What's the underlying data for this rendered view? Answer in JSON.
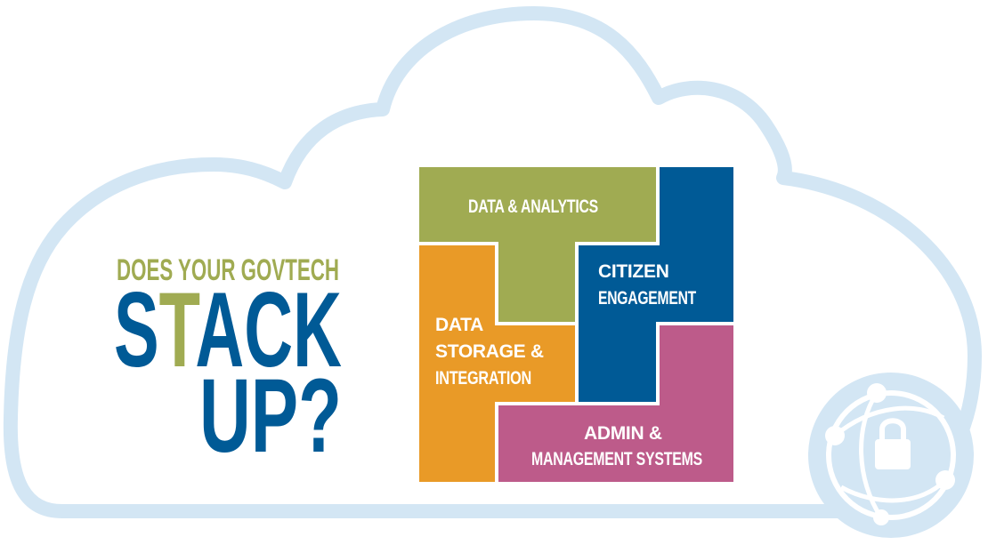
{
  "headline": {
    "line1": "DOES YOUR GOVTECH",
    "line2_s": "S",
    "line2_t": "T",
    "line2_rest": "ACK",
    "line3": "UP?"
  },
  "blocks": {
    "data_analytics": {
      "label": "DATA & ANALYTICS"
    },
    "citizen_engagement": {
      "line1": "CITIZEN",
      "line2": "ENGAGEMENT"
    },
    "data_storage": {
      "line1": "DATA",
      "line2": "STORAGE &",
      "line3": "INTEGRATION"
    },
    "admin_management": {
      "line1": "ADMIN &",
      "line2": "MANAGEMENT SYSTEMS"
    }
  },
  "icon": "globe-lock-icon",
  "colors": {
    "cloud_outline": "#d3e6f4",
    "green": "#a0ab52",
    "blue": "#005a96",
    "orange": "#e99a27",
    "magenta": "#bd5b8a",
    "headline_green": "#a0ab52",
    "headline_blue": "#005a96"
  }
}
